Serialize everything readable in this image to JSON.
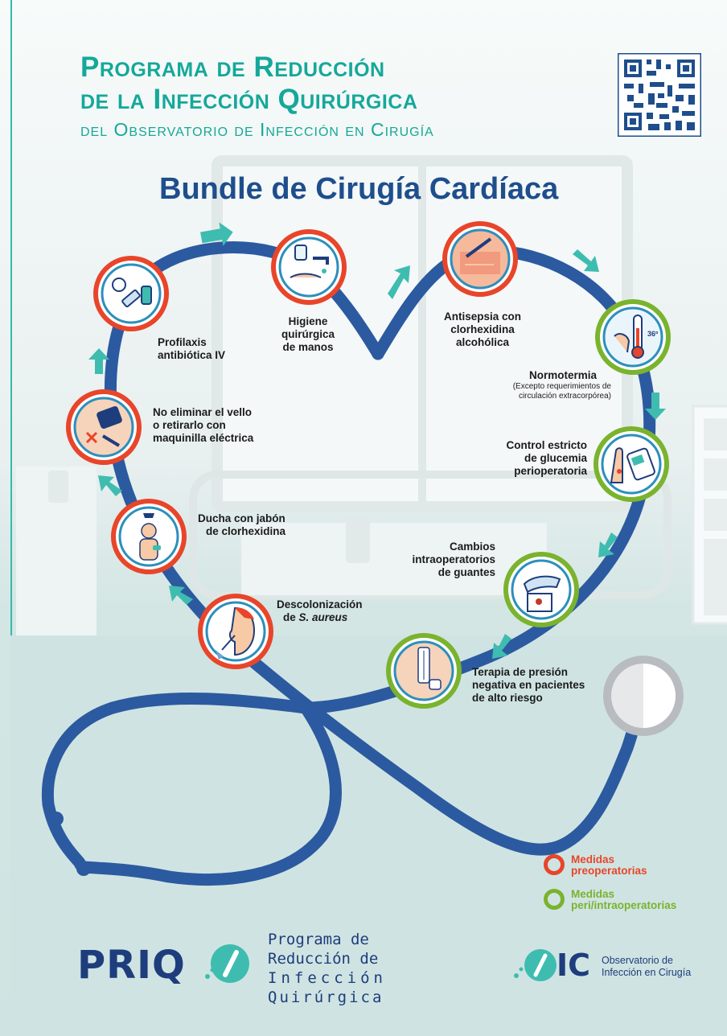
{
  "header": {
    "title_line1": "Programa de Reducción",
    "title_line2": "de la Infección Quirúrgica",
    "subtitle": "del Observatorio de Infección en Cirugía"
  },
  "bundle_title": "Bundle de Cirugía Cardíaca",
  "colors": {
    "teal": "#15a89a",
    "navy": "#1e4e8c",
    "preop": "#e8452a",
    "periop": "#7ab32e",
    "heart": "#2c5aa0"
  },
  "measures": [
    {
      "label": "Profilaxis antibiótica IV",
      "line1": "Profilaxis",
      "line2": "antibiótica IV",
      "type": "preop",
      "icon": "iv-syringe-icon"
    },
    {
      "label": "Higiene quirúrgica de manos",
      "line1": "Higiene",
      "line2": "quirúrgica",
      "line3": "de manos",
      "type": "preop",
      "icon": "handwash-icon"
    },
    {
      "label": "Antisepsia con clorhexidina alcohólica",
      "line1": "Antisepsia con",
      "line2": "clorhexidina",
      "line3": "alcohólica",
      "type": "preop",
      "icon": "antisepsia-icon"
    },
    {
      "label": "Normotermia",
      "note_line1": "(Excepto requerimientos de",
      "note_line2": "circulación extracorpórea)",
      "type": "periop",
      "icon": "thermometer-icon",
      "temp": "36º"
    },
    {
      "label": "Control estricto de glucemia perioperatoria",
      "line1": "Control estricto",
      "line2": "de glucemia",
      "line3": "perioperatoria",
      "type": "periop",
      "icon": "glucometer-icon"
    },
    {
      "label": "Cambios intraoperatorios de guantes",
      "line1": "Cambios",
      "line2": "intraoperatorios",
      "line3": "de guantes",
      "type": "periop",
      "icon": "gloves-icon"
    },
    {
      "label": "Terapia de presión negativa en pacientes de alto riesgo",
      "line1": "Terapia de presión",
      "line2": "negativa en pacientes",
      "line3": "de alto riesgo",
      "type": "periop",
      "icon": "npwt-icon"
    },
    {
      "label": "Descolonización de S. aureus",
      "line1": "Descolonización",
      "line2_a": "de ",
      "line2_b": "S. aureus",
      "type": "preop",
      "icon": "nasal-swab-icon"
    },
    {
      "label": "Ducha con jabón de clorhexidina",
      "line1": "Ducha con jabón",
      "line2": "de clorhexidina",
      "type": "preop",
      "icon": "shower-icon"
    },
    {
      "label": "No eliminar el vello o retirarlo con maquinilla eléctrica",
      "line1": "No eliminar el vello",
      "line2": "o retirarlo con",
      "line3": "maquinilla eléctrica",
      "type": "preop",
      "icon": "clipper-icon"
    }
  ],
  "legend": {
    "preop_line1": "Medidas",
    "preop_line2": "preoperatorias",
    "periop_line1": "Medidas",
    "periop_line2": "peri/intraoperatorias"
  },
  "footer": {
    "priq_logo": "PRIQ",
    "priq_text_line1": "Programa de",
    "priq_text_line2": "Reducción de",
    "priq_text_line3": "Infección",
    "priq_text_line4": "Quirúrgica",
    "oic_logo": "IC",
    "oic_text_line1": "Observatorio de",
    "oic_text_line2": "Infección en Cirugía"
  }
}
